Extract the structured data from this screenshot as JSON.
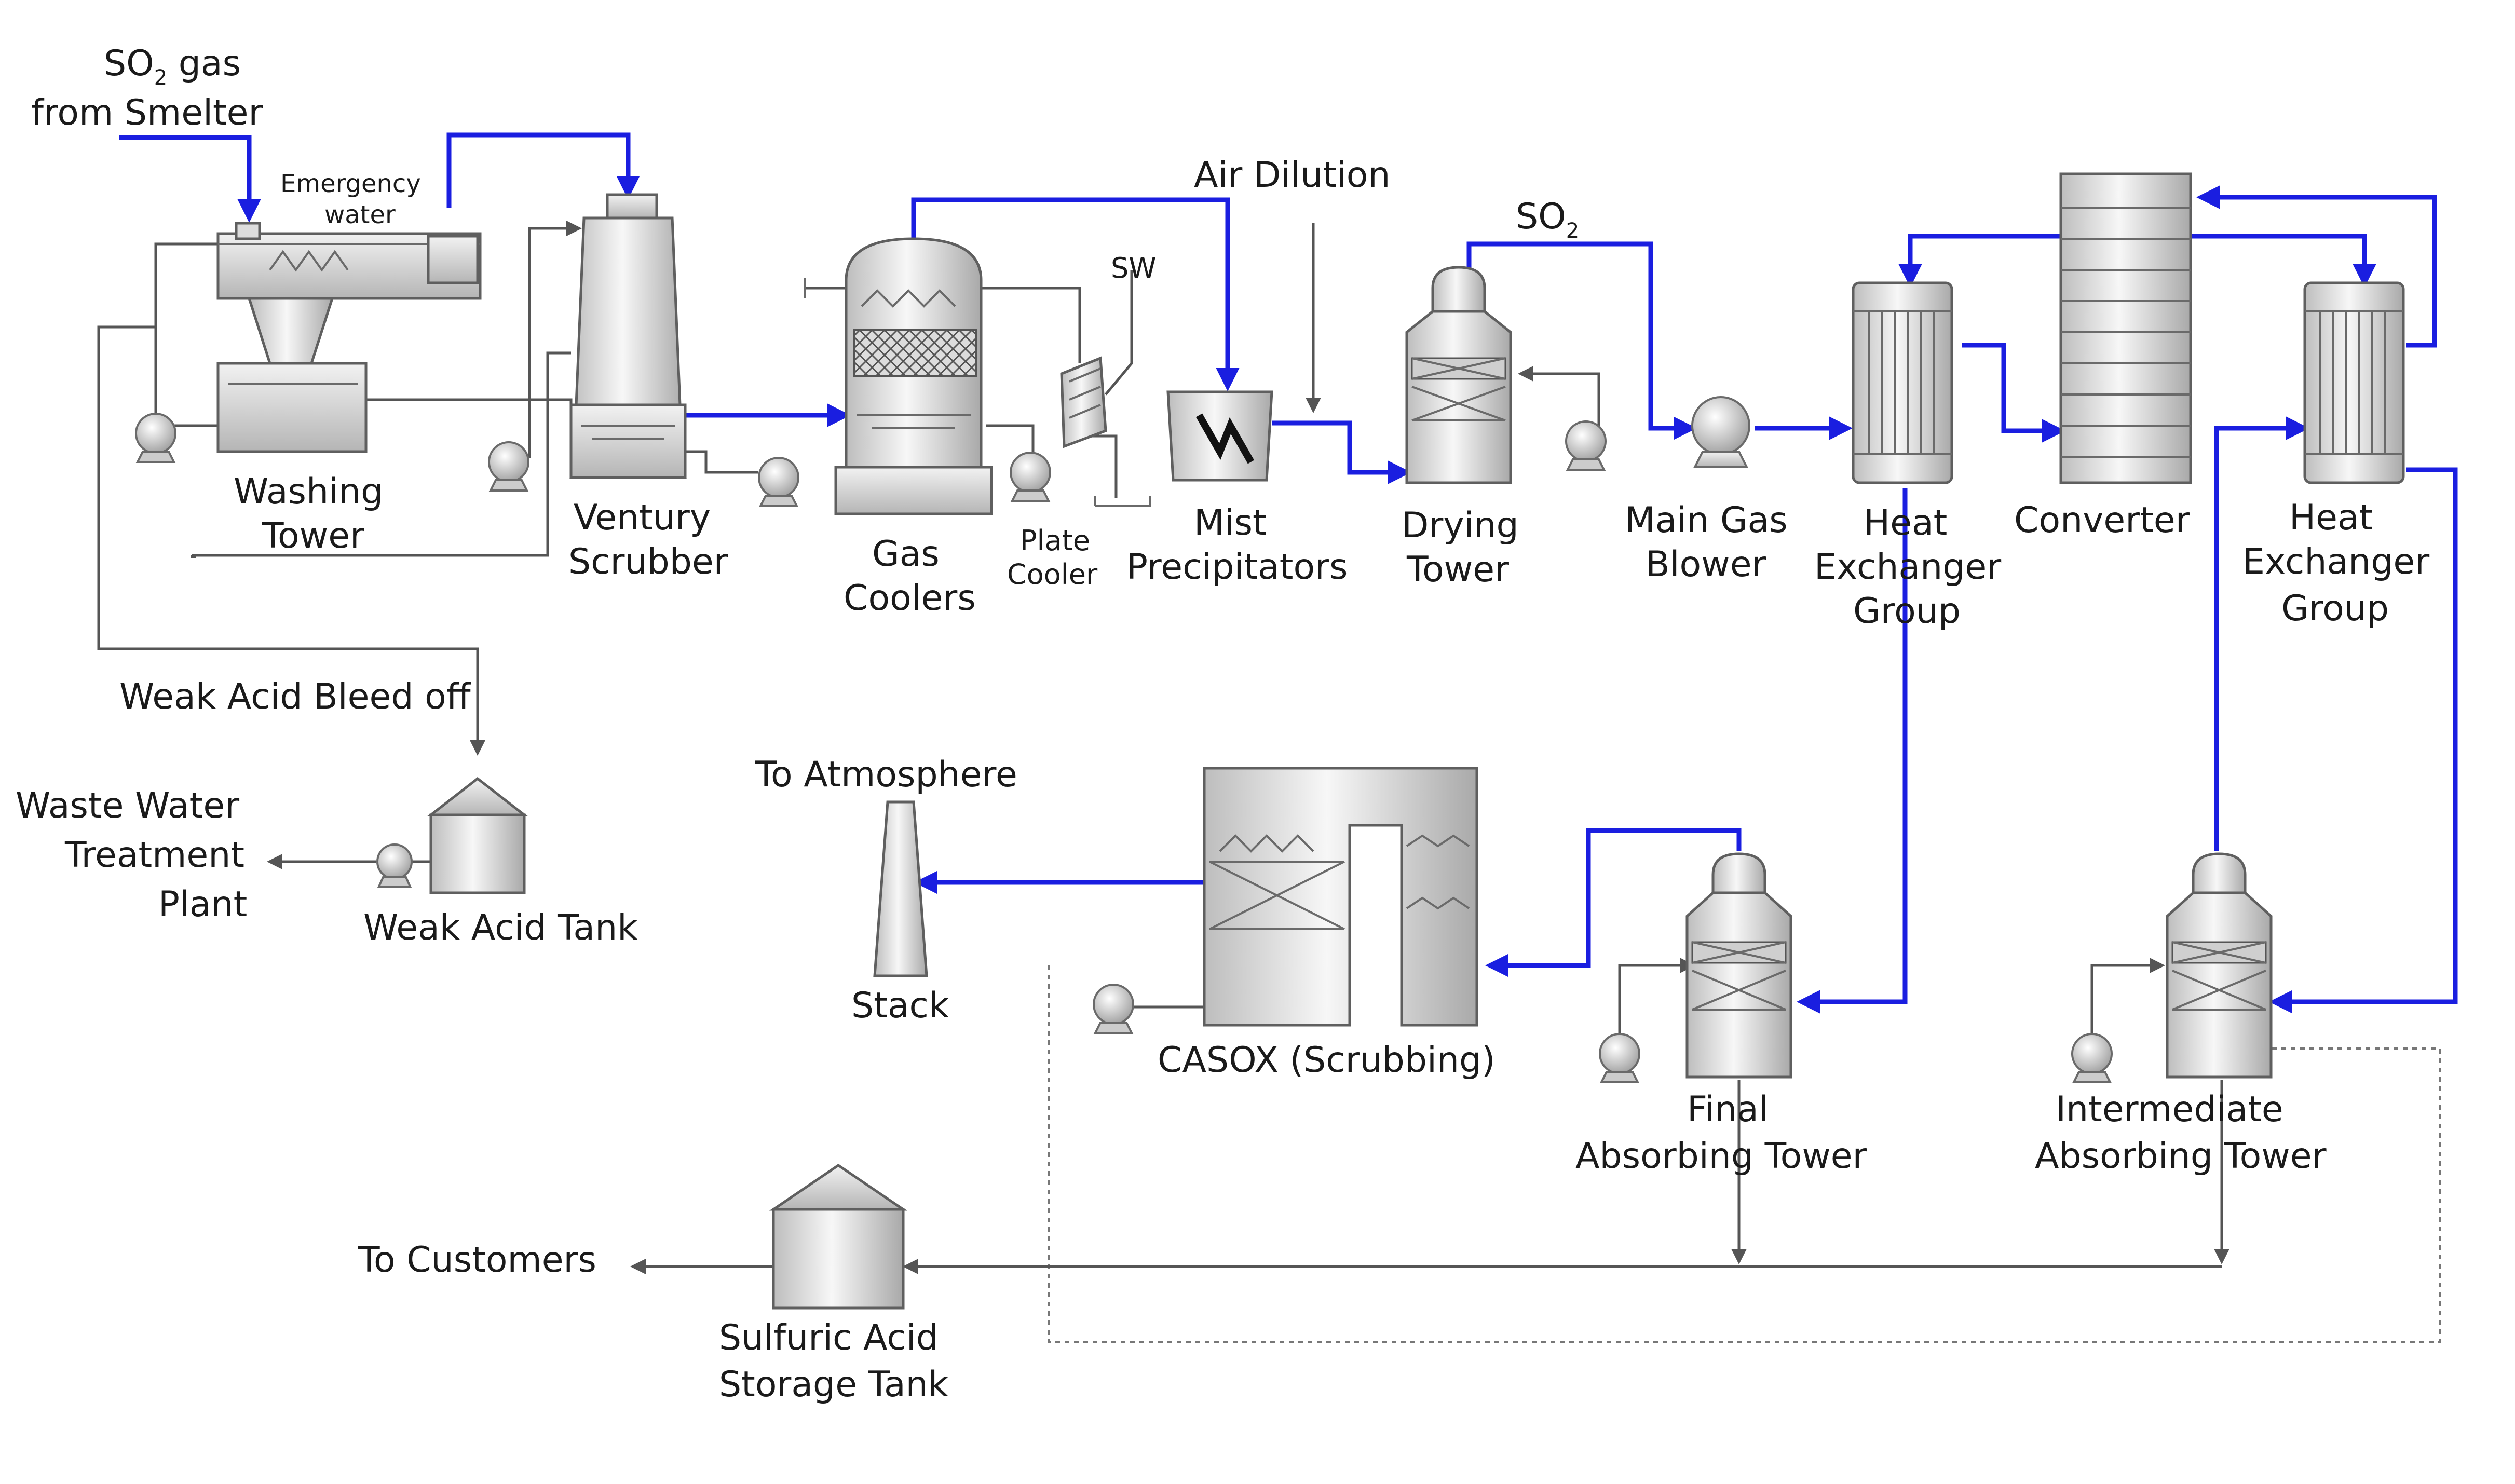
{
  "labels": {
    "so2_gas_from_smelter_l1": "SO",
    "so2_sub": "2",
    "so2_gas_from_smelter_l1b": " gas",
    "so2_gas_from_smelter_l2": "from Smelter",
    "emergency_water_l1": "Emergency",
    "emergency_water_l2": "water",
    "washing_tower_l1": "Washing",
    "washing_tower_l2": "Tower",
    "venturi_scrubber_l1": "Ventury",
    "venturi_scrubber_l2": "Scrubber",
    "gas_coolers_l1": "Gas",
    "gas_coolers_l2": "Coolers",
    "sw": "SW",
    "plate_cooler_l1": "Plate",
    "plate_cooler_l2": "Cooler",
    "air_dilution": "Air Dilution",
    "mist_precipitators_l1": "Mist",
    "mist_precipitators_l2": "Precipitators",
    "so2_feed": "SO",
    "so2_feed_sub": "2",
    "drying_tower_l1": "Drying",
    "drying_tower_l2": "Tower",
    "main_gas_blower_l1": "Main Gas",
    "main_gas_blower_l2": "Blower",
    "heat_exchanger_1_l1": "Heat",
    "heat_exchanger_1_l2": "Exchanger",
    "heat_exchanger_1_l3": "Group",
    "converter": "Converter",
    "heat_exchanger_2_l1": "Heat",
    "heat_exchanger_2_l2": "Exchanger",
    "heat_exchanger_2_l3": "Group",
    "weak_acid_bleed_off": "Weak Acid Bleed off",
    "waste_water_l1": "Waste Water",
    "waste_water_l2": "Treatment",
    "waste_water_l3": "Plant",
    "weak_acid_tank": "Weak Acid Tank",
    "to_atmosphere": "To Atmosphere",
    "stack": "Stack",
    "casox": "CASOX (Scrubbing)",
    "final_absorbing_l1": "Final",
    "final_absorbing_l2": "Absorbing Tower",
    "intermediate_absorbing_l1": "Intermediate",
    "intermediate_absorbing_l2": "Absorbing Tower",
    "to_customers": "To Customers",
    "sulfuric_acid_l1": "Sulfuric Acid",
    "sulfuric_acid_l2": "Storage Tank"
  },
  "colors": {
    "gas_line": "#1a1ee0",
    "liquid_line": "#555555",
    "equipment_light": "#f4f4f4",
    "equipment_dark": "#b8b8b8"
  }
}
